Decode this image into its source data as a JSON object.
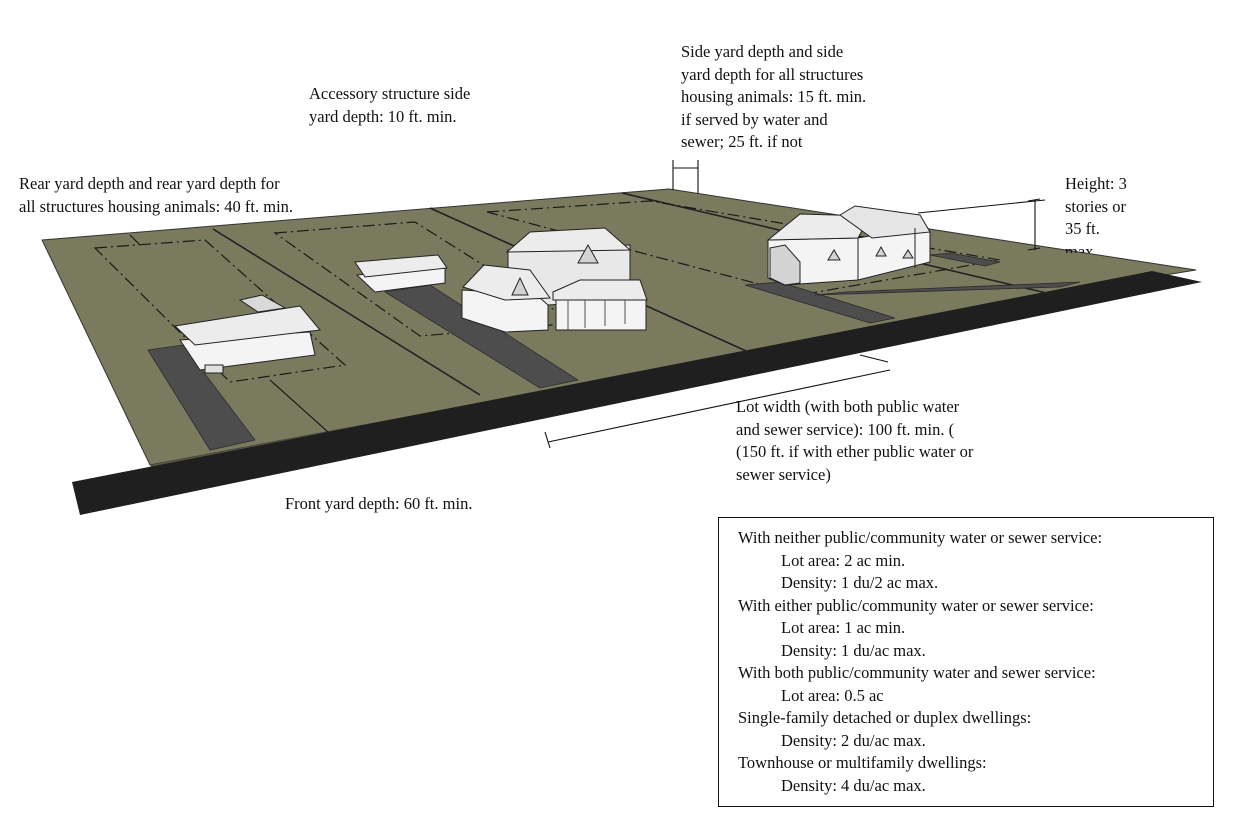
{
  "labels": {
    "side_yard": "Side yard depth and side\nyard depth for all structures\nhousing animals: 15 ft. min.\nif served by water and\nsewer; 25 ft. if not",
    "accessory": "Accessory structure side\nyard depth: 10 ft. min.",
    "rear_yard": "Rear yard depth and rear yard depth for\nall structures housing animals: 40 ft. min.",
    "height": "Height: 3\nstories or\n35 ft.\nmax",
    "lot_width": "Lot width (with both public water\nand sewer service): 100 ft. min. (\n(150 ft. if with ether public water or\nsewer service)",
    "front_yard": "Front yard depth: 60 ft. min."
  },
  "requirements": [
    {
      "text": "With neither public/community water or sewer service:",
      "indent": false
    },
    {
      "text": "Lot area: 2 ac min.",
      "indent": true
    },
    {
      "text": "Density: 1 du/2 ac max.",
      "indent": true
    },
    {
      "text": "With either public/community water or sewer service:",
      "indent": false
    },
    {
      "text": "Lot area: 1 ac min.",
      "indent": true
    },
    {
      "text": "Density: 1 du/ac max.",
      "indent": true
    },
    {
      "text": "With both public/community water and sewer service:",
      "indent": false
    },
    {
      "text": "Lot area: 0.5 ac",
      "indent": true
    },
    {
      "text": "Single-family detached or duplex dwellings:",
      "indent": false
    },
    {
      "text": "Density: 2 du/ac max.",
      "indent": true
    },
    {
      "text": "Townhouse or multifamily dwellings:",
      "indent": false
    },
    {
      "text": "Density: 4 du/ac max.",
      "indent": true
    }
  ],
  "colors": {
    "ground": "#7a7a5f",
    "road": "#1f1f1f",
    "driveway": "#4d4d4d",
    "house_wall": "#f4f4f4",
    "house_shade": "#d3d3d3",
    "roof": "#ececec"
  }
}
